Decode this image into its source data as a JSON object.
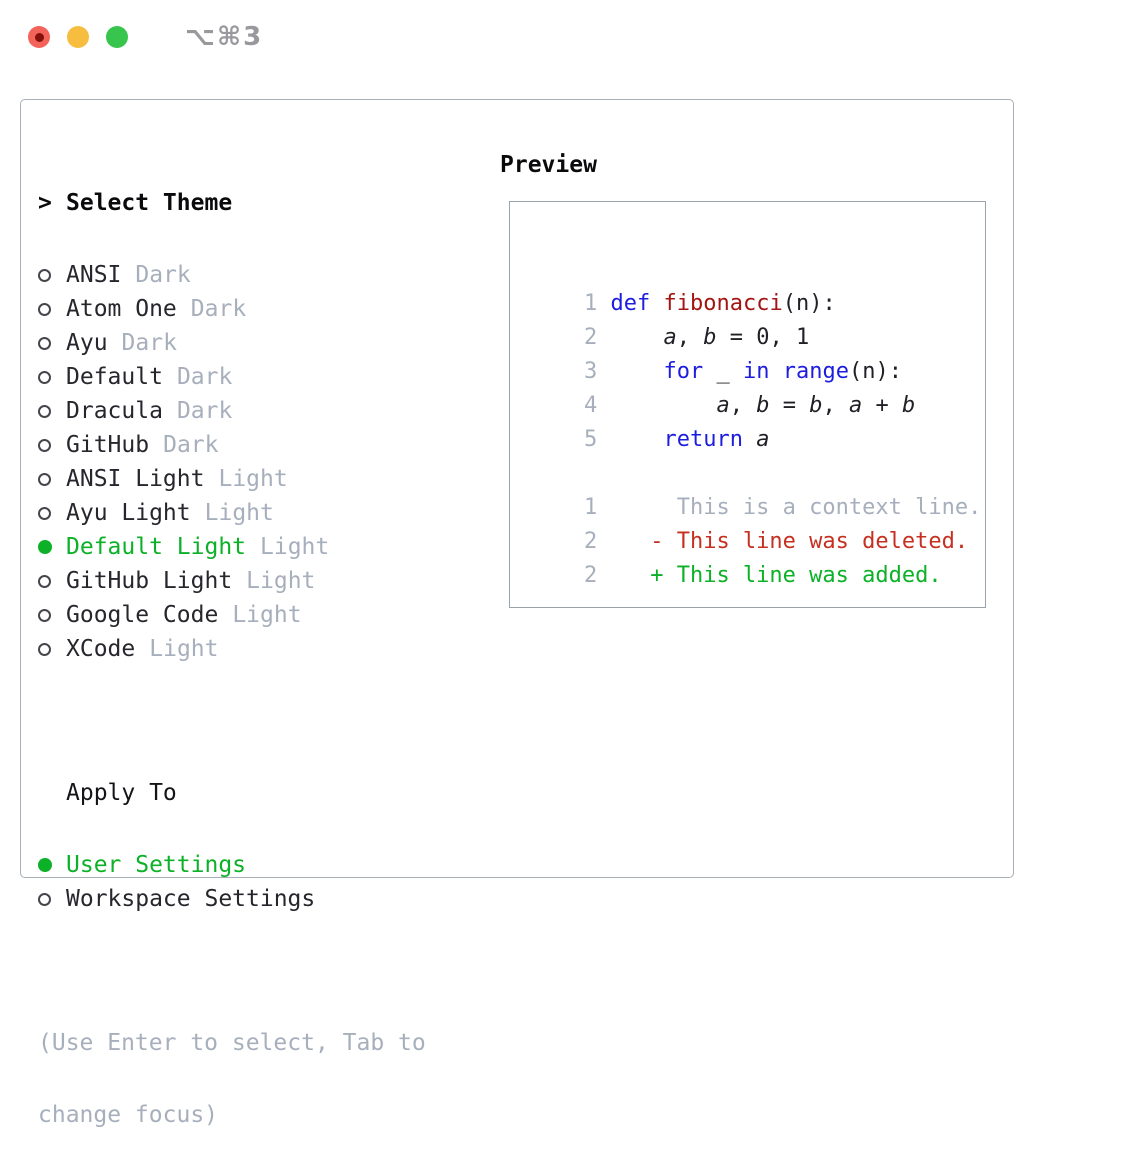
{
  "window": {
    "title": "⌥⌘3"
  },
  "colors": {
    "accent_green": "#0cb127",
    "keyword_blue": "#1d1de0",
    "function_red": "#a31512",
    "deleted_red": "#c63020",
    "muted_gray": "#a7afbc",
    "traffic_red": "#f4635a",
    "traffic_yellow": "#f7bd3f",
    "traffic_green": "#38c54d"
  },
  "selector": {
    "header_prefix": ">",
    "header": "Select Theme",
    "themes": [
      {
        "name": "ANSI",
        "tag": "Dark",
        "selected": false
      },
      {
        "name": "Atom One",
        "tag": "Dark",
        "selected": false
      },
      {
        "name": "Ayu",
        "tag": "Dark",
        "selected": false
      },
      {
        "name": "Default",
        "tag": "Dark",
        "selected": false
      },
      {
        "name": "Dracula",
        "tag": "Dark",
        "selected": false
      },
      {
        "name": "GitHub",
        "tag": "Dark",
        "selected": false
      },
      {
        "name": "ANSI Light",
        "tag": "Light",
        "selected": false
      },
      {
        "name": "Ayu Light",
        "tag": "Light",
        "selected": false
      },
      {
        "name": "Default Light",
        "tag": "Light",
        "selected": true
      },
      {
        "name": "GitHub Light",
        "tag": "Light",
        "selected": false
      },
      {
        "name": "Google Code",
        "tag": "Light",
        "selected": false
      },
      {
        "name": "XCode",
        "tag": "Light",
        "selected": false
      }
    ],
    "apply_to_label": "Apply To",
    "apply_options": [
      {
        "name": "User Settings",
        "selected": true
      },
      {
        "name": "Workspace Settings",
        "selected": false
      }
    ],
    "hint_lines": [
      "(Use Enter to select, Tab to",
      "change focus)"
    ]
  },
  "preview": {
    "title": "Preview",
    "code_lines": [
      {
        "num": "1",
        "segs": [
          [
            "def",
            "kw"
          ],
          [
            " ",
            ""
          ],
          [
            "fibonacci",
            "fn"
          ],
          [
            "(n):",
            ""
          ]
        ]
      },
      {
        "num": "2",
        "segs": [
          [
            "    ",
            ""
          ],
          [
            "a",
            "var"
          ],
          [
            ", ",
            ""
          ],
          [
            "b",
            "var"
          ],
          [
            " = 0, 1",
            ""
          ]
        ]
      },
      {
        "num": "3",
        "segs": [
          [
            "    ",
            ""
          ],
          [
            "for",
            "kw"
          ],
          [
            " _ ",
            ""
          ],
          [
            "in",
            "kw"
          ],
          [
            " ",
            ""
          ],
          [
            "range",
            "kw"
          ],
          [
            "(n):",
            ""
          ]
        ]
      },
      {
        "num": "4",
        "segs": [
          [
            "        ",
            ""
          ],
          [
            "a",
            "var"
          ],
          [
            ", ",
            ""
          ],
          [
            "b",
            "var"
          ],
          [
            " = ",
            ""
          ],
          [
            "b",
            "var"
          ],
          [
            ", ",
            ""
          ],
          [
            "a",
            "var"
          ],
          [
            " + ",
            ""
          ],
          [
            "b",
            "var"
          ]
        ]
      },
      {
        "num": "5",
        "segs": [
          [
            "    ",
            ""
          ],
          [
            "return",
            "kw"
          ],
          [
            " ",
            ""
          ],
          [
            "a",
            "var"
          ]
        ]
      }
    ],
    "diff_lines": [
      {
        "num": "1",
        "text": "     This is a context line.",
        "kind": "context"
      },
      {
        "num": "2",
        "text": "   - This line was deleted.",
        "kind": "deleted"
      },
      {
        "num": "2",
        "text": "   + This line was added.",
        "kind": "added"
      }
    ]
  }
}
